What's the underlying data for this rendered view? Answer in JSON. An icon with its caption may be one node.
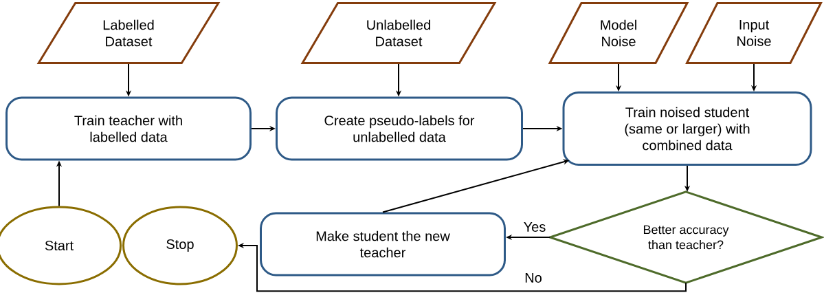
{
  "diagram": {
    "nodes": [
      {
        "text": [
          "Labelled Dataset"
        ]
      },
      {
        "text": [
          "Unlabelled Dataset"
        ]
      },
      {
        "text": [
          "Model Noise"
        ]
      },
      {
        "text": [
          "Input Noise"
        ]
      },
      {
        "text": [
          "Train teacher with labelled data"
        ]
      },
      {
        "text": [
          "Create pseudo-labels for unlabelled data"
        ]
      },
      {
        "text": [
          "Train noised student (same or larger) with combined data"
        ]
      },
      {
        "text": [
          "Start"
        ]
      },
      {
        "text": [
          "Stop"
        ]
      },
      {
        "text": [
          "Make student the new teacher"
        ]
      },
      {
        "text": [
          "Better accuracy than teacher?"
        ]
      }
    ],
    "edges": [
      {
        "from": 0,
        "to": 4,
        "arrow": "to"
      },
      {
        "from": 1,
        "to": 5,
        "arrow": "to"
      },
      {
        "from": 2,
        "to": 6,
        "arrow": "to"
      },
      {
        "from": 3,
        "to": 6,
        "arrow": "to"
      },
      {
        "from": 4,
        "to": 5,
        "arrow": "to"
      },
      {
        "from": 5,
        "to": 6,
        "arrow": "to"
      },
      {
        "from": 6,
        "to": 10,
        "arrow": "to"
      },
      {
        "from": 10,
        "to": 9,
        "arrow": "to",
        "label": "Yes"
      },
      {
        "from": 10,
        "to": 8,
        "arrow": "to",
        "label": "No"
      },
      {
        "from": 9,
        "to": 6,
        "arrow": "to"
      },
      {
        "from": 7,
        "to": 4,
        "arrow": "to"
      }
    ]
  }
}
